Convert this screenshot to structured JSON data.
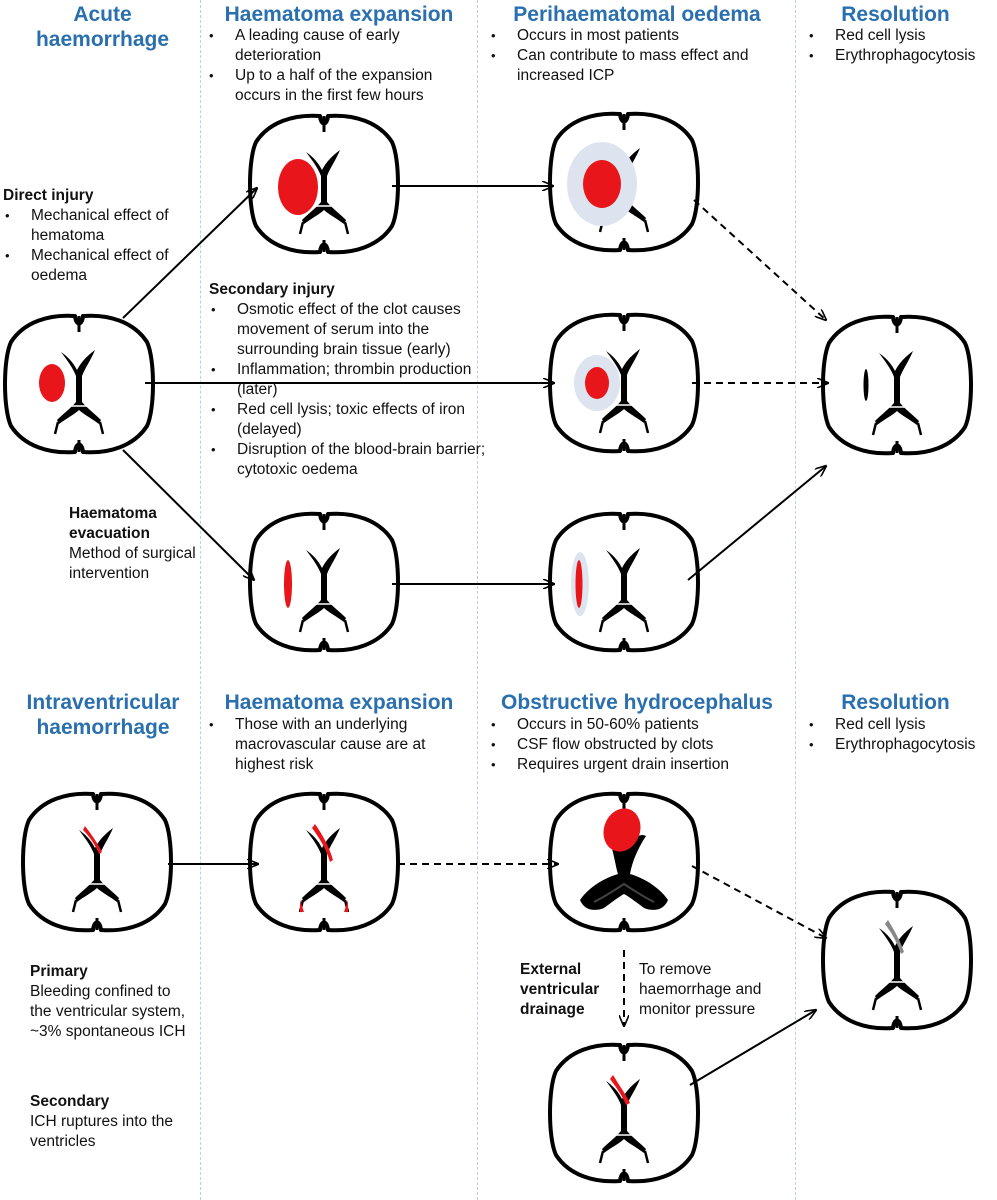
{
  "colors": {
    "header": "#2a6fae",
    "blood": "#e8151b",
    "oedema": "#dde3ef",
    "brain_outline": "#000000",
    "divider": "#b9d3dc"
  },
  "top": {
    "col1": {
      "title": "Acute haemorrhage"
    },
    "col2": {
      "title": "Haematoma expansion",
      "bullets": [
        "A leading cause of early deterioration",
        "Up to a half of the expansion occurs in the first few hours"
      ]
    },
    "col3": {
      "title": "Perihaematomal oedema",
      "bullets": [
        "Occurs in most patients",
        "Can contribute to mass effect and increased ICP"
      ]
    },
    "col4": {
      "title": "Resolution",
      "bullets": [
        "Red cell lysis",
        "Erythrophagocytosis"
      ]
    }
  },
  "direct_injury": {
    "title": "Direct injury",
    "items": [
      "Mechanical effect of hematoma",
      "Mechanical effect of oedema"
    ]
  },
  "secondary_injury": {
    "title": "Secondary injury",
    "items": [
      "Osmotic effect of the clot causes movement of serum into the surrounding brain tissue (early)",
      "Inflammation; thrombin production (later)",
      "Red cell lysis; toxic effects of iron (delayed)",
      "Disruption of the blood-brain barrier; cytotoxic oedema"
    ]
  },
  "evacuation": {
    "title": "Haematoma evacuation",
    "text": "Method of surgical intervention"
  },
  "bottom": {
    "col1": {
      "title": "Intraventricular haemorrhage"
    },
    "col2": {
      "title": "Haematoma expansion",
      "bullets": [
        "Those with an underlying macrovascular cause are at highest risk"
      ]
    },
    "col3": {
      "title": "Obstructive hydrocephalus",
      "bullets": [
        "Occurs in 50-60% patients",
        "CSF flow obstructed by clots",
        "Requires urgent drain insertion"
      ]
    },
    "col4": {
      "title": "Resolution",
      "bullets": [
        "Red cell lysis",
        "Erythrophagocytosis"
      ]
    }
  },
  "primary": {
    "title": "Primary",
    "text": "Bleeding confined to the ventricular system, ~3% spontaneous ICH"
  },
  "secondary": {
    "title": "Secondary",
    "text": "ICH ruptures into the ventricles"
  },
  "evd": {
    "title": "External ventricular drainage",
    "text": "To remove haemorrhage and monitor pressure"
  }
}
